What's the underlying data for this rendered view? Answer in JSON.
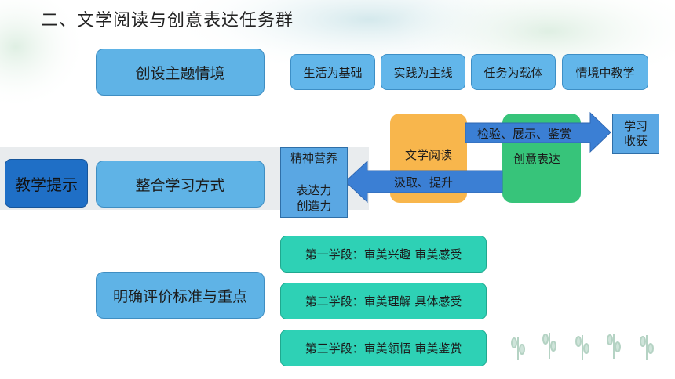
{
  "title": "二、文学阅读与创意表达任务群",
  "side_label": "教学提示",
  "main_items": [
    "创设主题情境",
    "整合学习方式",
    "明确评价标准与重点"
  ],
  "principles": [
    "生活为基础",
    "实践为主线",
    "任务为载体",
    "情境中教学"
  ],
  "integration": {
    "reading": "文学阅读",
    "creative": "创意表达",
    "forward_arrow": "检验、展示、鉴赏",
    "backward_arrow": "汲取、提升",
    "gain_line1": "学习",
    "gain_line2": "收获",
    "outcome_line1": "精神营养",
    "outcome_line2": "表达力",
    "outcome_line3": "创造力"
  },
  "stages": [
    "第一学段：审美兴趣  审美感受",
    "第二学段：审美理解  具体感受",
    "第三学段：审美领悟  审美鉴赏"
  ],
  "colors": {
    "main_box": "#5fb3e6",
    "side_label": "#1f6fc6",
    "stage": "#2ed1b5",
    "reading": "#f8b64c",
    "creative": "#37c47a",
    "arrow": "#3b7fd4"
  }
}
